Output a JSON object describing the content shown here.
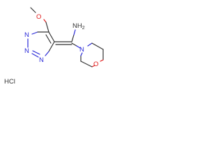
{
  "molecule": {
    "atoms": {
      "methoxy_oxygen": "O",
      "amine": "NH",
      "amine_sub": "2",
      "ring_n1": "N",
      "ring_n2": "N",
      "ring_n3": "N",
      "morpholine_n": "N",
      "morpholine_o": "O"
    },
    "salt": "HCl"
  },
  "colors": {
    "nitrogen": "#2a2ad8",
    "oxygen": "#e01a1a",
    "carbon": "#333333"
  }
}
